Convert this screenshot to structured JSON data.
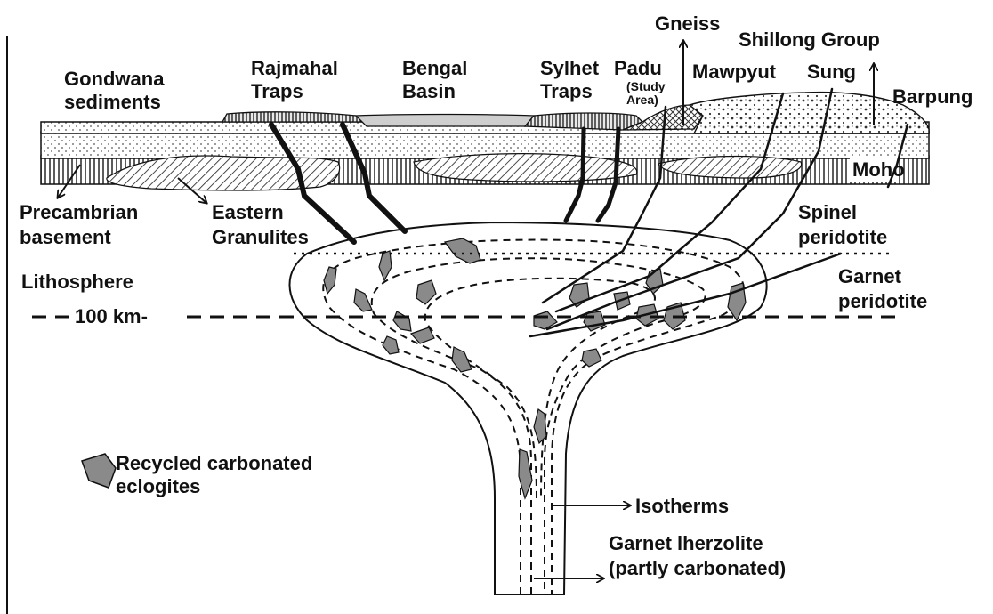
{
  "labels": {
    "gondwana": [
      "Gondwana",
      "sediments"
    ],
    "rajmahal": [
      "Rajmahal",
      "Traps"
    ],
    "bengal": [
      "Bengal",
      "Basin"
    ],
    "sylhet": [
      "Sylhet",
      "Traps"
    ],
    "padu": "Padu",
    "study_area": [
      "(Study",
      "Area)"
    ],
    "gneiss": "Gneiss",
    "shillong": "Shillong Group",
    "mawpyut": "Mawpyut",
    "sung": "Sung",
    "barpung": "Barpung",
    "moho": "Moho",
    "precambrian": [
      "Precambrian",
      "basement"
    ],
    "eastern_granulites": [
      "Eastern",
      "Granulites"
    ],
    "spinel": [
      "Spinel",
      "peridotite"
    ],
    "garnet_peridotite": [
      "Garnet",
      "peridotite"
    ],
    "lithosphere": "Lithosphere",
    "depth": "100 km-",
    "legend_eclogite": [
      "Recycled carbonated",
      "eclogites"
    ],
    "isotherms": "Isotherms",
    "lherzolite": [
      "Garnet lherzolite",
      "(partly carbonated)"
    ]
  },
  "colors": {
    "ink": "#111111",
    "eclogite_fill": "#8a8a8a",
    "basin_fill": "#cfcfcf"
  }
}
